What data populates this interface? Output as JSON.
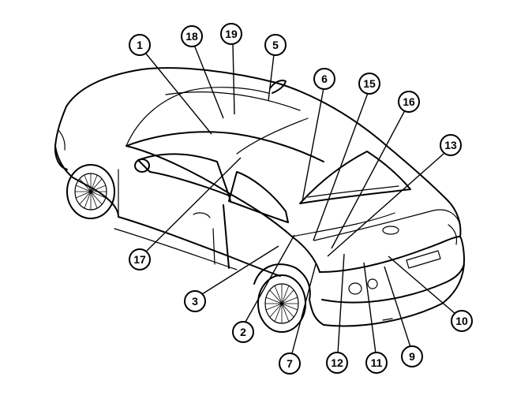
{
  "callouts": [
    {
      "id": "1",
      "label": "1"
    },
    {
      "id": "18",
      "label": "18"
    },
    {
      "id": "19",
      "label": "19"
    },
    {
      "id": "5",
      "label": "5"
    },
    {
      "id": "6",
      "label": "6"
    },
    {
      "id": "15",
      "label": "15"
    },
    {
      "id": "16",
      "label": "16"
    },
    {
      "id": "13",
      "label": "13"
    },
    {
      "id": "17",
      "label": "17"
    },
    {
      "id": "3",
      "label": "3"
    },
    {
      "id": "2",
      "label": "2"
    },
    {
      "id": "7",
      "label": "7"
    },
    {
      "id": "12",
      "label": "12"
    },
    {
      "id": "11",
      "label": "11"
    },
    {
      "id": "9",
      "label": "9"
    },
    {
      "id": "10",
      "label": "10"
    }
  ],
  "colors": {
    "line": "#000000",
    "background": "#ffffff"
  }
}
